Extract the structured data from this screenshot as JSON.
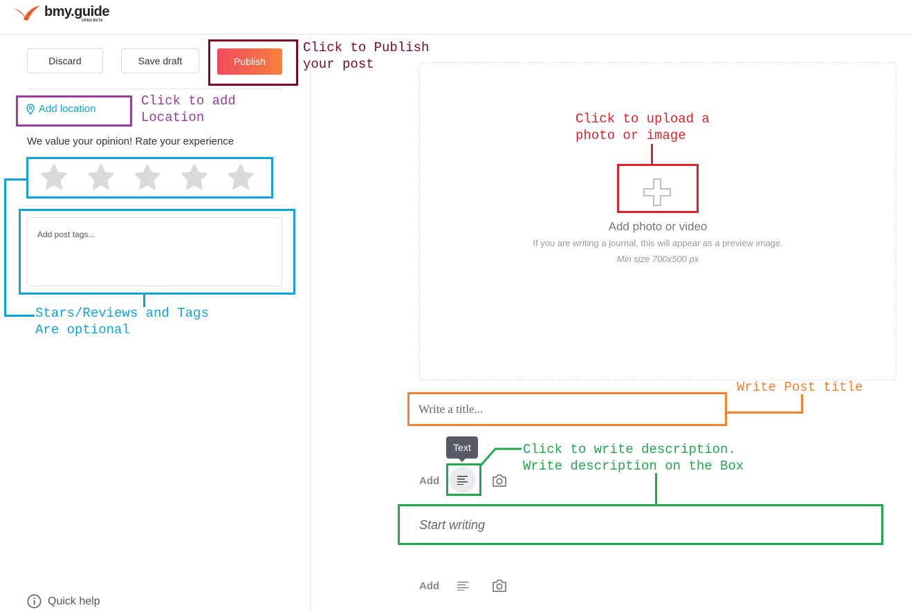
{
  "header": {
    "logo_text": "bmy.guide",
    "logo_sub": "OPEN BETA",
    "brand_color": "#f15a24"
  },
  "toolbar": {
    "discard_label": "Discard",
    "save_draft_label": "Save draft",
    "publish_label": "Publish"
  },
  "sidebar": {
    "add_location_label": "Add location",
    "rating_prompt": "We value your opinion! Rate your experience",
    "rating": {
      "value": 0,
      "max": 5
    },
    "tags_placeholder": "Add post tags...",
    "quick_help_label": "Quick help"
  },
  "editor": {
    "upload_title": "Add photo or video",
    "upload_subtitle": "If you are writing a journal, this will appear as a preview image.",
    "upload_min_size": "Min size 700x500 px",
    "title_placeholder": "Write a title...",
    "tooltip_text": "Text",
    "add_label": "Add",
    "body_placeholder": "Start writing"
  },
  "annotations": {
    "publish": "Click to Publish\nyour post",
    "location": "Click to add\nLocation",
    "upload": "Click to upload a\nphoto or image",
    "stars_tags": "Stars/Reviews and Tags\nAre optional",
    "title": "Write Post title",
    "description": "Click to write description.\nWrite description on the Box"
  },
  "colors": {
    "accent": "#10a3da",
    "publish_gradient_start": "#f04a5c",
    "publish_gradient_end": "#f7813d",
    "annotation_publish": "#7b0a24",
    "annotation_location": "#9b3da0",
    "annotation_upload": "#e0202a",
    "annotation_stars": "#0ea3df",
    "annotation_title": "#f3802c",
    "annotation_description": "#21a84c"
  }
}
